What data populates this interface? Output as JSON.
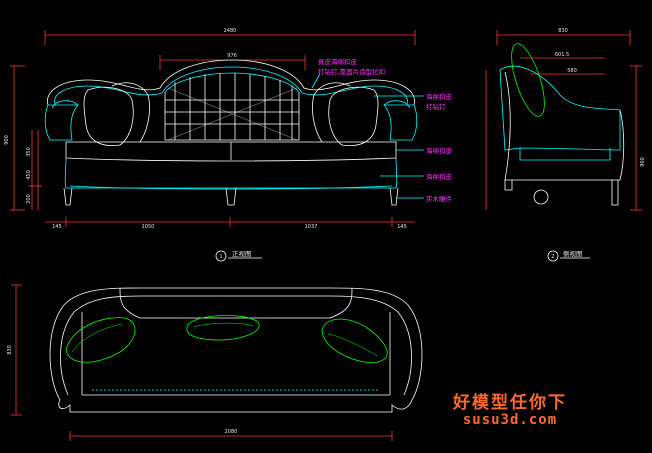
{
  "colors": {
    "background": "#000000",
    "outline": "#ffffff",
    "detail": "#00ffff",
    "pillow": "#00ff00",
    "dimension": "#ff3030",
    "note": "#ff33ff",
    "watermark": "#ff6a2a"
  },
  "front_view": {
    "title": "正视图",
    "number": "1",
    "dims": {
      "overall_width": "2480",
      "back_top_width": "976",
      "total_height": "900",
      "seat_height_a": "350",
      "seat_height_b": "450",
      "leg_height": "200",
      "bottom_left": "145",
      "bottom_mid_left": "1050",
      "bottom_mid_right": "1037",
      "bottom_right": "145"
    },
    "notes": {
      "back_line1": "真皮海绵扣皮",
      "back_line2": "打钻钉,靠面片造型拉扣",
      "arm": "海绵扣皮",
      "arm2": "打钻钉",
      "seat": "海绵扣皮",
      "base": "海绵扣皮",
      "leg": "实木雕件"
    }
  },
  "side_view": {
    "title": "侧视图",
    "number": "2",
    "dims": {
      "depth": "830",
      "inner_top": "601.5",
      "inner_mid": "580",
      "height": "900"
    }
  },
  "plan_view": {
    "dims": {
      "depth": "830",
      "width": "2080"
    }
  },
  "watermark": {
    "line1": "好模型任你下",
    "line2": "susu3d.com"
  }
}
